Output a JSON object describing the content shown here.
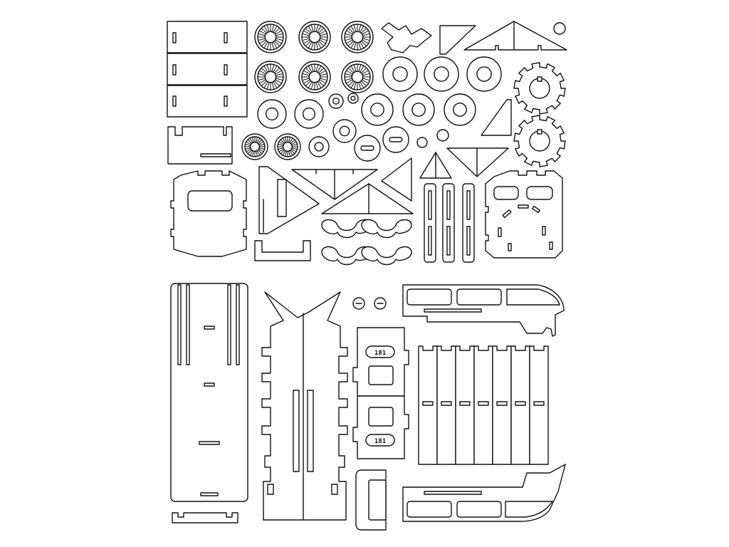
{
  "sheet": {
    "title": "",
    "stroke_color": "#111111",
    "background_color": "#ffffff"
  },
  "engraving": {
    "upper_plate_number": "181",
    "lower_plate_number": "181"
  },
  "groups": [
    {
      "name": "stacked-panels",
      "count": 3
    },
    {
      "name": "spoked-wheels",
      "count": 8
    },
    {
      "name": "washer-rings",
      "count": 12
    },
    {
      "name": "gears",
      "count": 2
    },
    {
      "name": "triangle-braces",
      "count": 9
    },
    {
      "name": "slotted-strips",
      "count": 3
    },
    {
      "name": "s-links",
      "count": 4
    },
    {
      "name": "ribbed-ribs",
      "count": 7
    }
  ]
}
